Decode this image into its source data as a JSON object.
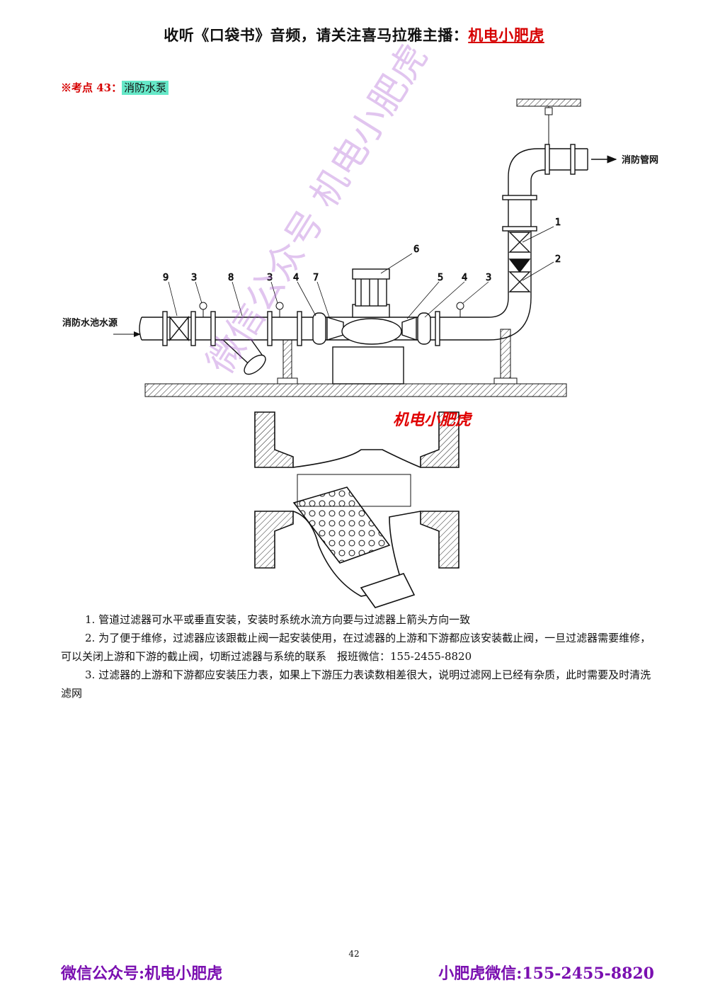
{
  "header": {
    "prefix": "收听《口袋书》音频，请关注喜马拉雅主播：",
    "host": "机电小肥虎"
  },
  "kaodian": {
    "label": "※考点 43：",
    "topic": "消防水泵"
  },
  "diagram": {
    "source_label": "消防水池水源",
    "outlet_label": "消防管网",
    "part_numbers": [
      "9",
      "3",
      "8",
      "3",
      "4",
      "7",
      "6",
      "5",
      "4",
      "3",
      "1",
      "2"
    ]
  },
  "watermark": {
    "red": "机电小肥虎",
    "diag": "微信公众号 机电小肥虎"
  },
  "notes": {
    "line1": "1. 管道过滤器可水平或垂直安装，安装时系统水流方向要与过滤器上箭头方向一致",
    "line2": "2. 为了便于维修，过滤器应该跟截止阀一起安装使用，在过滤器的上游和下游都应该安装截止阀，一旦过滤器需要维修，可以关闭上游和下游的截止阀，切断过滤器与系统的联系　报班微信：155-2455-8820",
    "line3": "3. 过滤器的上游和下游都应安装压力表，如果上下游压力表读数相差很大，说明过滤网上已经有杂质，此时需要及时清洗滤网"
  },
  "page_number": "42",
  "footer": {
    "left": "微信公众号:机电小肥虎",
    "right": "小肥虎微信:155-2455-8820"
  }
}
